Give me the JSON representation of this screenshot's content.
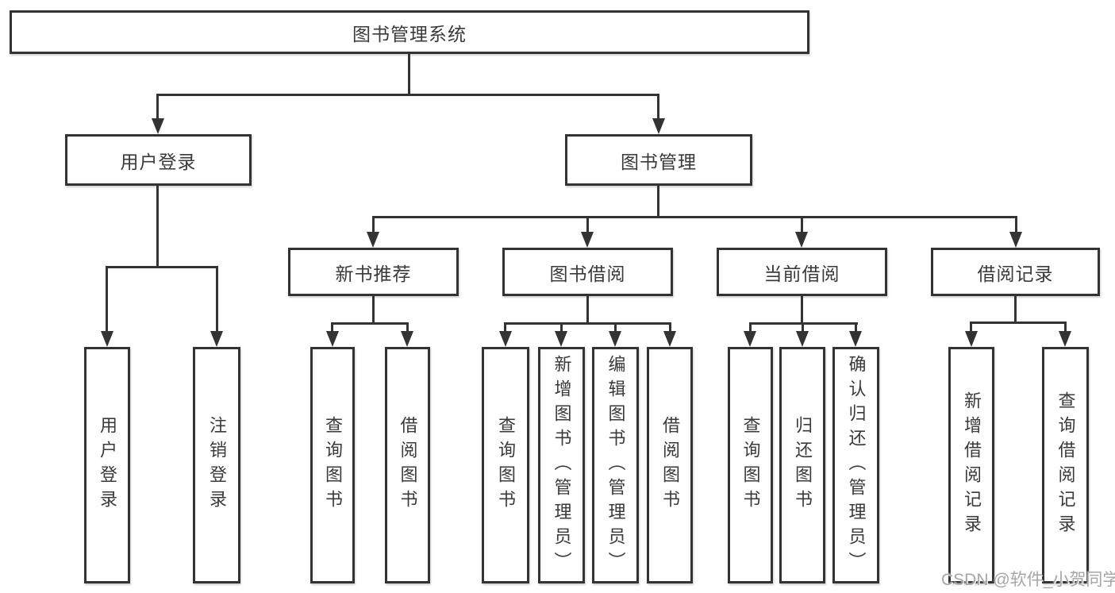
{
  "tree": {
    "root": "图书管理系统",
    "branches": [
      {
        "label": "用户登录",
        "children": [
          "用户登录",
          "注销登录"
        ]
      },
      {
        "label": "图书管理",
        "groups": [
          {
            "label": "新书推荐",
            "children": [
              "查询图书",
              "借阅图书"
            ]
          },
          {
            "label": "图书借阅",
            "children": [
              "查询图书",
              "新增图书（管理员）",
              "编辑图书（管理员）",
              "借阅图书"
            ]
          },
          {
            "label": "当前借阅",
            "children": [
              "查询图书",
              "归还图书",
              "确认归还（管理员）"
            ]
          },
          {
            "label": "借阅记录",
            "children": [
              "新增借阅记录",
              "查询借阅记录"
            ]
          }
        ]
      }
    ]
  },
  "watermark": "CSDN @软件_小贺同学",
  "colors": {
    "line": "#333333",
    "text": "#3a3a3a",
    "background": "#ffffff",
    "watermark": "#a6a6a6"
  }
}
